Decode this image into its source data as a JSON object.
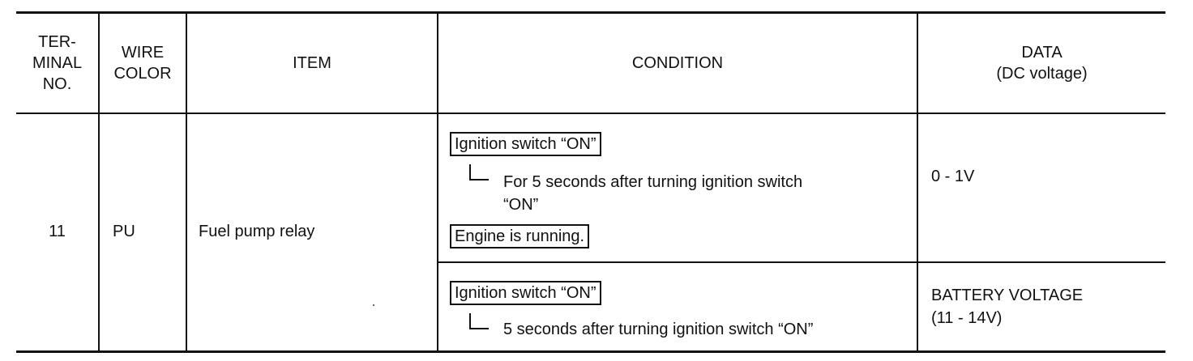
{
  "headers": {
    "terminal_no": [
      "TER-",
      "MINAL",
      "NO."
    ],
    "wire_color": [
      "WIRE",
      "COLOR"
    ],
    "item": "ITEM",
    "condition": "CONDITION",
    "data": [
      "DATA",
      "(DC voltage)"
    ]
  },
  "row": {
    "terminal_no": "11",
    "wire_color": "PU",
    "item": "Fuel pump relay",
    "conditions": [
      {
        "box1": "Ignition switch “ON”",
        "sub": [
          "For 5 seconds after turning ignition switch",
          "“ON”"
        ],
        "box2": "Engine is running.",
        "data": [
          "0 - 1V"
        ]
      },
      {
        "box1": "Ignition switch “ON”",
        "sub": [
          "5 seconds after turning ignition switch “ON”"
        ],
        "data": [
          "BATTERY VOLTAGE",
          "(11 - 14V)"
        ]
      }
    ]
  }
}
